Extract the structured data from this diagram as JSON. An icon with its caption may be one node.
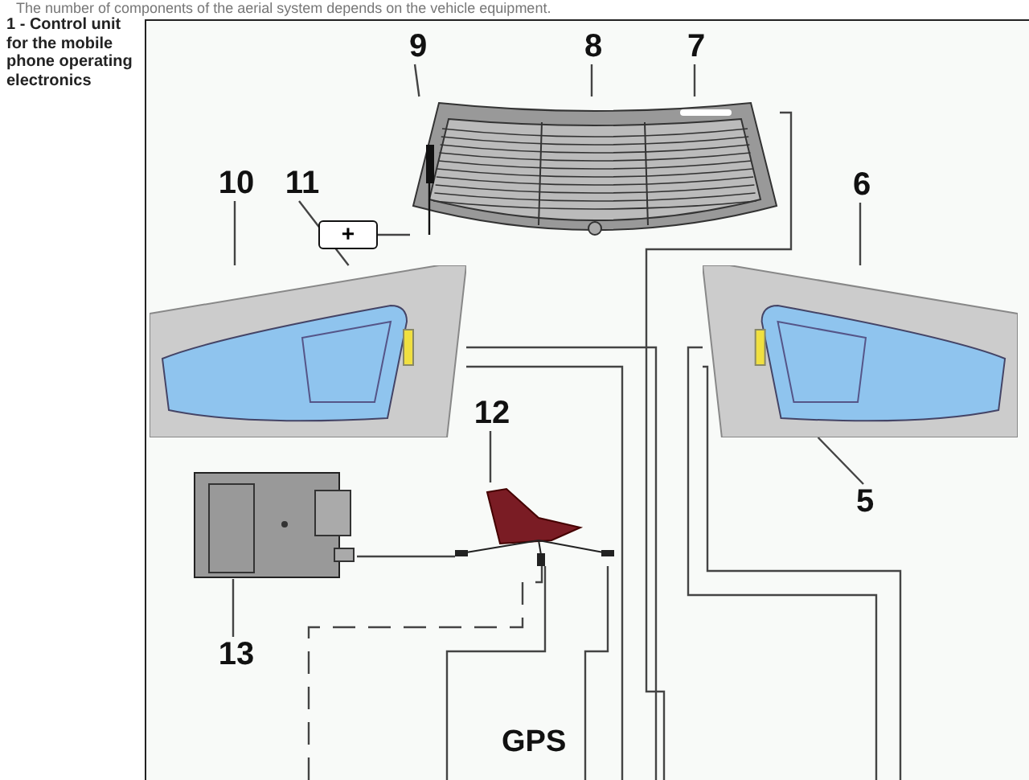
{
  "diagram": {
    "nodes": [
      {
        "text": [
          "9"
        ]
      },
      {
        "text": [
          "8"
        ]
      },
      {
        "text": [
          "7"
        ]
      },
      {
        "text": [],
        "shape": "picture"
      },
      {
        "text": [
          "10"
        ]
      },
      {
        "text": [
          "11"
        ]
      },
      {
        "text": [
          "+"
        ]
      },
      {
        "text": [],
        "shape": "picture"
      },
      {
        "text": [
          "6"
        ]
      },
      {
        "text": [],
        "shape": "picture"
      },
      {
        "text": [
          "12"
        ]
      },
      {
        "text": [],
        "shape": "picture"
      },
      {
        "text": [
          "5"
        ]
      },
      {
        "text": [],
        "shape": "picture"
      },
      {
        "text": [
          "13"
        ]
      }
    ],
    "edges": [
      {
        "from": 0,
        "to": 3,
        "arrow": "none"
      },
      {
        "from": 1,
        "to": 3,
        "arrow": "none"
      },
      {
        "from": 2,
        "to": 3,
        "arrow": "none"
      },
      {
        "from": 4,
        "to": 7,
        "arrow": "none"
      },
      {
        "from": 5,
        "to": 7,
        "arrow": "none"
      },
      {
        "from": 6,
        "to": 3,
        "arrow": "none"
      },
      {
        "from": 8,
        "to": 9,
        "arrow": "none"
      },
      {
        "from": 10,
        "to": 11,
        "arrow": "none"
      },
      {
        "from": 12,
        "to": 9,
        "arrow": "none"
      },
      {
        "from": 14,
        "to": 13,
        "arrow": "none"
      },
      {
        "from": 13,
        "to": 11,
        "arrow": "none"
      },
      {
        "from": 3,
        "to": null,
        "arrow": "none"
      },
      {
        "from": 7,
        "to": null,
        "arrow": "none"
      },
      {
        "from": 7,
        "to": null,
        "arrow": "none"
      },
      {
        "from": 9,
        "to": null,
        "arrow": "none"
      },
      {
        "from": 9,
        "to": null,
        "arrow": "none"
      },
      {
        "from": 11,
        "to": null,
        "arrow": "none",
        "style": "dashed"
      },
      {
        "from": 11,
        "to": null,
        "arrow": "none"
      },
      {
        "from": 11,
        "to": null,
        "arrow": "none"
      }
    ],
    "labels": [
      "The number of components of the aerial system depends on the vehicle equipment.",
      "1 - Control unit for the mobile phone operating electronics",
      "GPS"
    ]
  }
}
